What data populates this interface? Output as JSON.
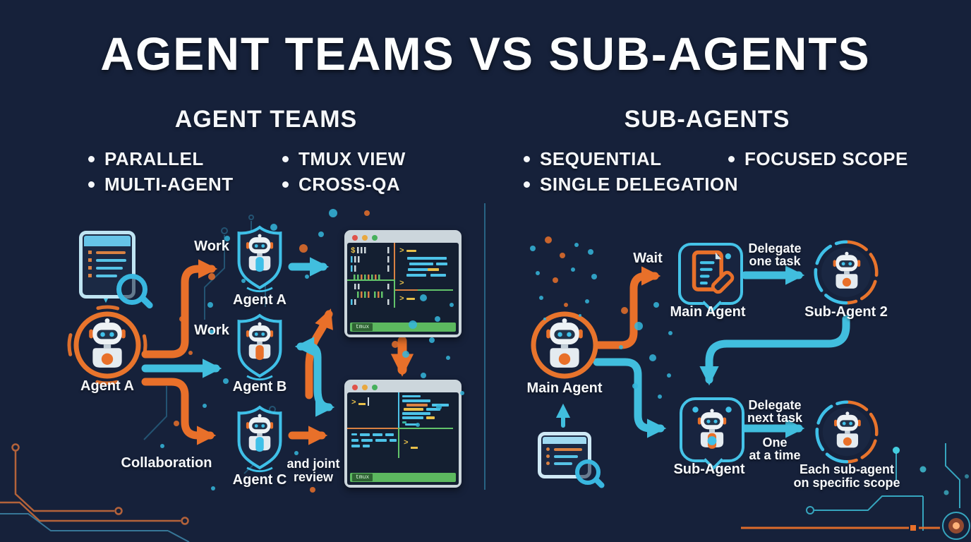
{
  "title": "AGENT TEAMS VS SUB-AGENTS",
  "left_panel": {
    "heading": "AGENT TEAMS",
    "bullets": [
      "PARALLEL",
      "MULTI-AGENT",
      "TMUX VIEW",
      "CROSS-QA"
    ]
  },
  "right_panel": {
    "heading": "SUB-AGENTS",
    "bullets": [
      "SEQUENTIAL",
      "SINGLE DELEGATION",
      "FOCUSED SCOPE"
    ]
  },
  "left_diagram": {
    "orchestrator_label": "Agent A",
    "work_label_top": "Work",
    "work_label_mid": "Work",
    "collaboration_label": "Collaboration",
    "joint_review_line1": "and joint",
    "joint_review_line2": "review",
    "agents": [
      {
        "label": "Agent A"
      },
      {
        "label": "Agent B"
      },
      {
        "label": "Agent C"
      }
    ],
    "terminal_top": {
      "status_label": "tmux",
      "prompt_a": "$",
      "prompt_b": ">",
      "prompt_c": ">",
      "prompt_d": ">"
    },
    "terminal_bottom": {
      "status_label": "tmux",
      "prompt_a": ">",
      "prompt_b": ">"
    }
  },
  "right_diagram": {
    "main_agent_label": "Main Agent",
    "wait_label": "Wait",
    "task_box_label": "Main Agent",
    "delegate_one_line1": "Delegate",
    "delegate_one_line2": "one task",
    "sub_agent2_label": "Sub-Agent 2",
    "delegate_next_line1": "Delegate",
    "delegate_next_line2": "next task",
    "one_line1": "One",
    "one_line2": "at a time",
    "sub_agent_label": "Sub-Agent",
    "scope_line1": "Each sub-agent",
    "scope_line2": "on specific scope"
  },
  "colors": {
    "background": "#16213a",
    "orange": "#e8702a",
    "teal": "#41bede",
    "light_blue": "#bfe4f2",
    "green": "#5cb85f",
    "white": "#f5f7fa"
  }
}
